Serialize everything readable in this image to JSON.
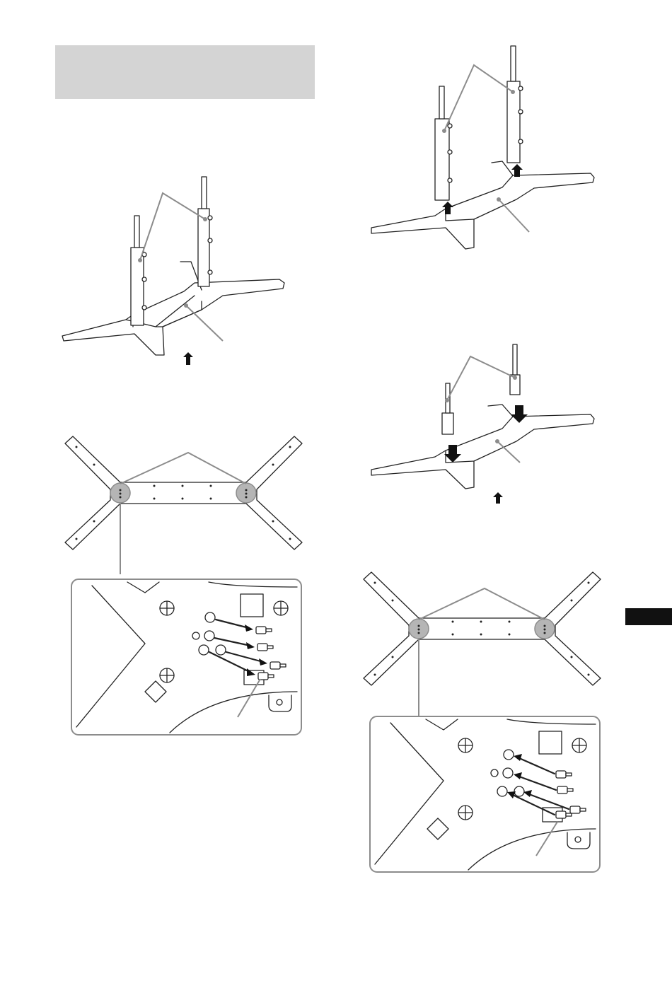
{
  "header_bar": {
    "color": "#d4d4d4"
  },
  "side_tab": {
    "color": "#111111"
  },
  "callout_color": "#8c8c8c",
  "figures": [
    {
      "id": "stand-assembled-left",
      "icon": "tv-stand-assembled-icon"
    },
    {
      "id": "stand-bottom-left",
      "icon": "stand-bottom-view-icon"
    },
    {
      "id": "screw-detail-left",
      "icon": "screw-detail-icon"
    },
    {
      "id": "stand-lift-posts-right",
      "icon": "stand-remove-posts-icon"
    },
    {
      "id": "stand-insert-posts-right",
      "icon": "stand-insert-posts-icon"
    },
    {
      "id": "stand-bottom-right",
      "icon": "stand-bottom-view-icon"
    },
    {
      "id": "screw-detail-right",
      "icon": "screw-detail-icon"
    }
  ]
}
